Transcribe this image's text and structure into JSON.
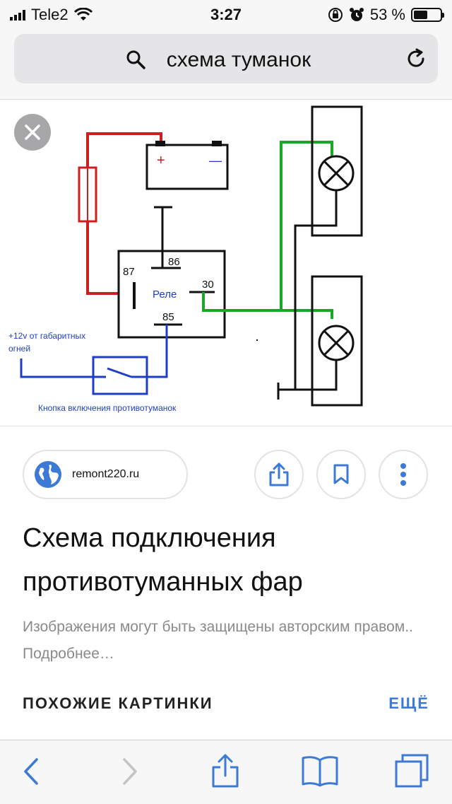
{
  "status_bar": {
    "carrier": "Tele2",
    "time": "3:27",
    "battery": "53 %",
    "battery_level": 0.53
  },
  "search": {
    "query": "схема туманок"
  },
  "diagram": {
    "labels": {
      "plus": "+",
      "minus": "—",
      "pin86": "86",
      "pin87": "87",
      "pin30": "30",
      "pin85": "85",
      "relay": "Реле",
      "power_line1": "+12v от габаритных",
      "power_line2": "огней",
      "button": "Кнопка включения противотуманок"
    },
    "colors": {
      "red_wire": "#cc1f1f",
      "green_wire": "#18a828",
      "blue_wire": "#1f3ec4",
      "black": "#111111"
    }
  },
  "source": {
    "domain": "remont220.ru"
  },
  "result": {
    "title": "Схема подключения противотуманных фар",
    "copyright": "Изображения могут быть защищены авторским правом.. Подробнее…"
  },
  "similar": {
    "heading": "ПОХОЖИЕ КАРТИНКИ",
    "more": "ЕЩЁ"
  },
  "colors": {
    "accent": "#3c7ad6",
    "toolbar_icon": "#3c7ad6"
  }
}
